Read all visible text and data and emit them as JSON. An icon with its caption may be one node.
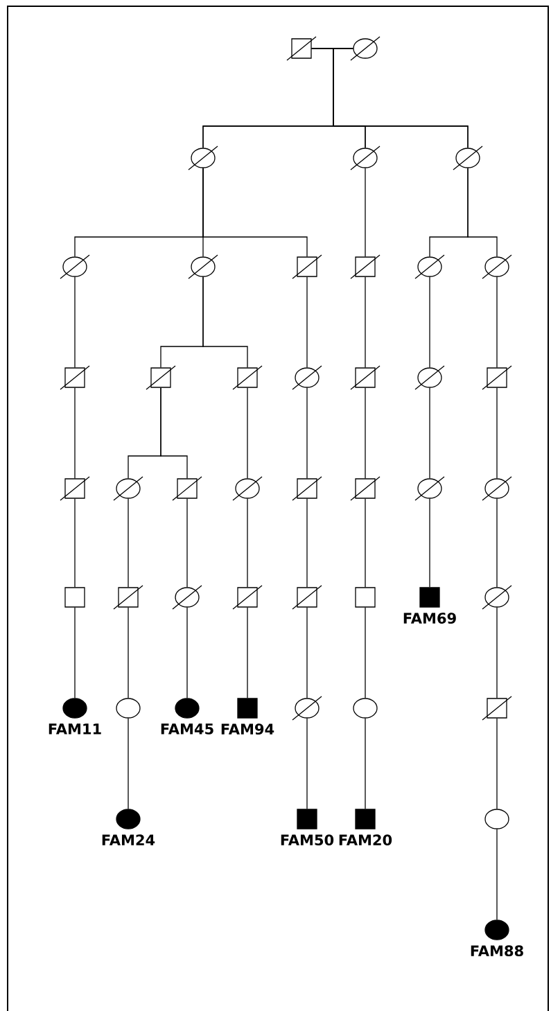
{
  "diagram": {
    "nodes": [
      {
        "text": [],
        "shape": "box"
      },
      {
        "text": [],
        "shape": "circle"
      },
      {
        "text": [],
        "shape": "circle"
      },
      {
        "text": [],
        "shape": "circle"
      },
      {
        "text": [],
        "shape": "circle"
      },
      {
        "text": [],
        "shape": "circle"
      },
      {
        "text": [],
        "shape": "circle"
      },
      {
        "text": [],
        "shape": "box"
      },
      {
        "text": [],
        "shape": "box"
      },
      {
        "text": [],
        "shape": "circle"
      },
      {
        "text": [],
        "shape": "circle"
      },
      {
        "text": [],
        "shape": "box"
      },
      {
        "text": [],
        "shape": "box"
      },
      {
        "text": [],
        "shape": "box"
      },
      {
        "text": [],
        "shape": "circle"
      },
      {
        "text": [],
        "shape": "box"
      },
      {
        "text": [],
        "shape": "circle"
      },
      {
        "text": [],
        "shape": "box"
      },
      {
        "text": [],
        "shape": "box"
      },
      {
        "text": [],
        "shape": "circle"
      },
      {
        "text": [],
        "shape": "box"
      },
      {
        "text": [],
        "shape": "circle"
      },
      {
        "text": [],
        "shape": "box"
      },
      {
        "text": [],
        "shape": "box"
      },
      {
        "text": [],
        "shape": "circle"
      },
      {
        "text": [],
        "shape": "circle"
      },
      {
        "text": [],
        "shape": "box"
      },
      {
        "text": [],
        "shape": "box"
      },
      {
        "text": [],
        "shape": "circle"
      },
      {
        "text": [],
        "shape": "box"
      },
      {
        "text": [],
        "shape": "box"
      },
      {
        "text": [],
        "shape": "box"
      },
      {
        "text": [],
        "shape": "box",
        "beside": [
          "FAM69"
        ]
      },
      {
        "text": [],
        "shape": "circle"
      },
      {
        "text": [],
        "shape": "circle",
        "beside": [
          "FAM11"
        ]
      },
      {
        "text": [],
        "shape": "circle"
      },
      {
        "text": [],
        "shape": "circle",
        "beside": [
          "FAM45"
        ]
      },
      {
        "text": [],
        "shape": "box",
        "beside": [
          "FAM94"
        ]
      },
      {
        "text": [],
        "shape": "circle"
      },
      {
        "text": [],
        "shape": "circle"
      },
      {
        "text": [],
        "shape": "box"
      },
      {
        "text": [],
        "shape": "circle",
        "beside": [
          "FAM24"
        ]
      },
      {
        "text": [],
        "shape": "box",
        "beside": [
          "FAM50"
        ]
      },
      {
        "text": [],
        "shape": "box",
        "beside": [
          "FAM20"
        ]
      },
      {
        "text": [],
        "shape": "circle"
      },
      {
        "text": [],
        "shape": "circle",
        "beside": [
          "FAM88"
        ]
      }
    ],
    "edges": [
      {
        "from": 0,
        "to": 1,
        "arrow": "none"
      },
      {
        "from": 0,
        "to": 2,
        "arrow": "none"
      },
      {
        "from": 1,
        "to": 2,
        "arrow": "none"
      },
      {
        "from": 0,
        "to": 3,
        "arrow": "none"
      },
      {
        "from": 1,
        "to": 3,
        "arrow": "none"
      },
      {
        "from": 0,
        "to": 4,
        "arrow": "none"
      },
      {
        "from": 1,
        "to": 4,
        "arrow": "none"
      },
      {
        "from": 2,
        "to": 5,
        "arrow": "none"
      },
      {
        "from": 2,
        "to": 6,
        "arrow": "none"
      },
      {
        "from": 2,
        "to": 7,
        "arrow": "none"
      },
      {
        "from": 3,
        "to": 8,
        "arrow": "none"
      },
      {
        "from": 4,
        "to": 9,
        "arrow": "none"
      },
      {
        "from": 4,
        "to": 10,
        "arrow": "none"
      },
      {
        "from": 5,
        "to": 11,
        "arrow": "none"
      },
      {
        "from": 6,
        "to": 12,
        "arrow": "none"
      },
      {
        "from": 6,
        "to": 13,
        "arrow": "none"
      },
      {
        "from": 7,
        "to": 14,
        "arrow": "none"
      },
      {
        "from": 8,
        "to": 15,
        "arrow": "none"
      },
      {
        "from": 9,
        "to": 16,
        "arrow": "none"
      },
      {
        "from": 10,
        "to": 17,
        "arrow": "none"
      },
      {
        "from": 11,
        "to": 18,
        "arrow": "none"
      },
      {
        "from": 12,
        "to": 19,
        "arrow": "none"
      },
      {
        "from": 12,
        "to": 20,
        "arrow": "none"
      },
      {
        "from": 13,
        "to": 21,
        "arrow": "none"
      },
      {
        "from": 14,
        "to": 22,
        "arrow": "none"
      },
      {
        "from": 15,
        "to": 23,
        "arrow": "none"
      },
      {
        "from": 16,
        "to": 24,
        "arrow": "none"
      },
      {
        "from": 17,
        "to": 25,
        "arrow": "none"
      },
      {
        "from": 18,
        "to": 26,
        "arrow": "none"
      },
      {
        "from": 19,
        "to": 27,
        "arrow": "none"
      },
      {
        "from": 20,
        "to": 28,
        "arrow": "none"
      },
      {
        "from": 21,
        "to": 29,
        "arrow": "none"
      },
      {
        "from": 22,
        "to": 30,
        "arrow": "none"
      },
      {
        "from": 23,
        "to": 31,
        "arrow": "none"
      },
      {
        "from": 24,
        "to": 32,
        "arrow": "none"
      },
      {
        "from": 25,
        "to": 33,
        "arrow": "none"
      },
      {
        "from": 26,
        "to": 34,
        "arrow": "none"
      },
      {
        "from": 27,
        "to": 35,
        "arrow": "none"
      },
      {
        "from": 28,
        "to": 36,
        "arrow": "none"
      },
      {
        "from": 29,
        "to": 37,
        "arrow": "none"
      },
      {
        "from": 30,
        "to": 38,
        "arrow": "none"
      },
      {
        "from": 31,
        "to": 39,
        "arrow": "none"
      },
      {
        "from": 33,
        "to": 40,
        "arrow": "none"
      },
      {
        "from": 35,
        "to": 41,
        "arrow": "none"
      },
      {
        "from": 38,
        "to": 42,
        "arrow": "none"
      },
      {
        "from": 39,
        "to": 43,
        "arrow": "none"
      },
      {
        "from": 40,
        "to": 44,
        "arrow": "none"
      },
      {
        "from": 44,
        "to": 45,
        "arrow": "none"
      }
    ]
  }
}
